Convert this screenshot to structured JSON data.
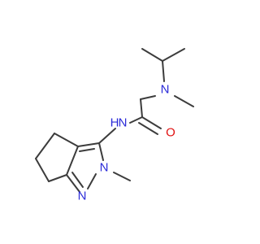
{
  "molecule": {
    "atoms": {
      "amine_n": "N",
      "amide_n": "N",
      "amide_h": "H",
      "carbonyl_o": "O",
      "pyrazole_n2": "N",
      "pyrazole_n1": "N"
    },
    "colors": {
      "bond": "#3c3c3c",
      "nitrogen": "#2b2bd8",
      "oxygen": "#e01010"
    }
  }
}
